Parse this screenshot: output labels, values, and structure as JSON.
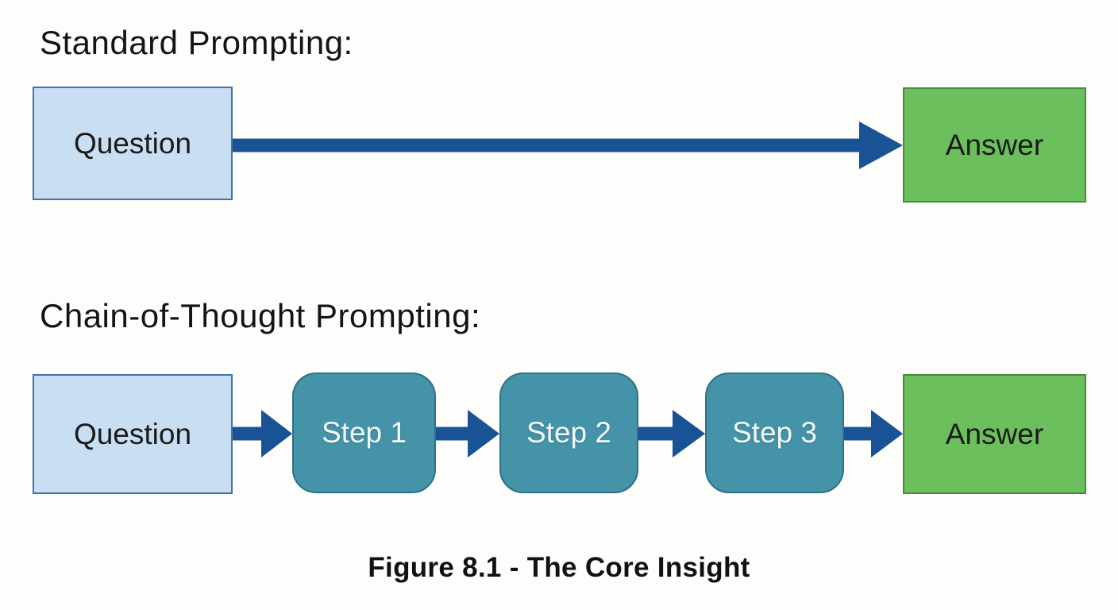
{
  "standard": {
    "heading": "Standard Prompting:",
    "question_label": "Question",
    "answer_label": "Answer"
  },
  "cot": {
    "heading": "Chain-of-Thought Prompting:",
    "question_label": "Question",
    "step_labels": [
      "Step 1",
      "Step 2",
      "Step 3"
    ],
    "answer_label": "Answer"
  },
  "caption": "Figure 8.1 - The Core Insight",
  "colors": {
    "question_fill": "#c9def2",
    "question_border": "#4073a8",
    "step_fill": "#4493a9",
    "step_border": "#2e7187",
    "step_text": "#f4f9fa",
    "answer_fill": "#6cbf5d",
    "answer_border": "#4c8a3f",
    "arrow": "#1a5296",
    "text": "#141414",
    "background": "#fdfdfc"
  },
  "diagram": {
    "type": "flow-comparison",
    "rows": [
      {
        "title": "Standard Prompting:",
        "sequence": [
          "Question",
          "Answer"
        ]
      },
      {
        "title": "Chain-of-Thought Prompting:",
        "sequence": [
          "Question",
          "Step 1",
          "Step 2",
          "Step 3",
          "Answer"
        ]
      }
    ]
  }
}
